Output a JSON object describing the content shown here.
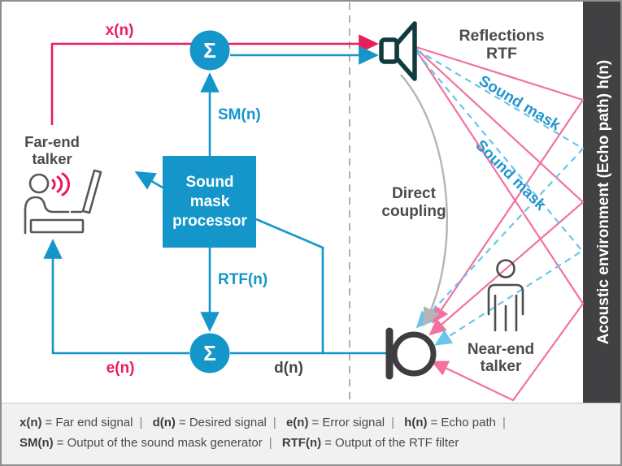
{
  "diagram": {
    "signals": {
      "x": "x(n)",
      "sm": "SM(n)",
      "rtf": "RTF(n)",
      "e": "e(n)",
      "d": "d(n)"
    },
    "sigma": "Σ",
    "processor": {
      "line1": "Sound",
      "line2": "mask",
      "line3": "processor"
    },
    "far_end": {
      "line1": "Far-end",
      "line2": "talker"
    },
    "near_end": {
      "line1": "Near-end",
      "line2": "talker"
    },
    "reflections": {
      "line1": "Reflections",
      "line2": "RTF"
    },
    "direct_coupling": {
      "line1": "Direct",
      "line2": "coupling"
    },
    "sound_mask_label": "Sound mask",
    "wall_label": "Acoustic environment (Echo path) h(n)",
    "icons": [
      "speaker-icon",
      "microphone-icon",
      "person-at-desk-icon",
      "standing-person-icon",
      "sound-waves-icon"
    ]
  },
  "legend": {
    "separator": "|",
    "items": [
      {
        "term": "x(n)",
        "definition": "= Far end signal"
      },
      {
        "term": "d(n)",
        "definition": "= Desired signal"
      },
      {
        "term": "e(n)",
        "definition": "= Error signal"
      },
      {
        "term": "h(n)",
        "definition": "= Echo path"
      },
      {
        "term": "SM(n)",
        "definition": "= Output of the sound mask generator"
      },
      {
        "term": "RTF(n)",
        "definition": "= Output of the RTF filter"
      }
    ]
  },
  "colors": {
    "blue": "#1496CB",
    "pink": "#EA1D5D",
    "light_pink": "#F2719F",
    "light_blue": "#67C6EA",
    "gray_line": "#B5B5B5",
    "dark_teal": "#113C3E",
    "icon_gray": "#4D4D4F",
    "wall": "#414042",
    "legend_bg": "#F1F1F2"
  }
}
